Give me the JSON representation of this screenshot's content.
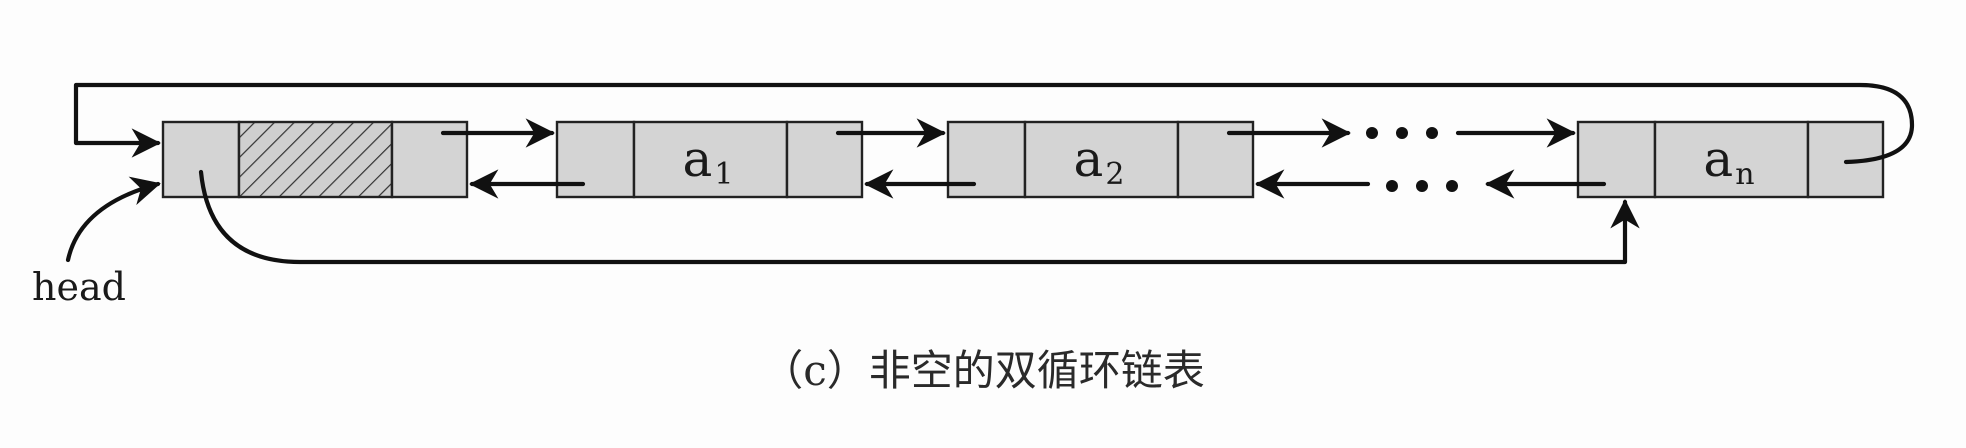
{
  "diagram": {
    "head_label": "head",
    "nodes": [
      {
        "main": "a",
        "sub": "1"
      },
      {
        "main": "a",
        "sub": "2"
      },
      {
        "main": "a",
        "sub": "n"
      }
    ],
    "ellipsis": "…",
    "caption": "（c）非空的双循环链表"
  }
}
